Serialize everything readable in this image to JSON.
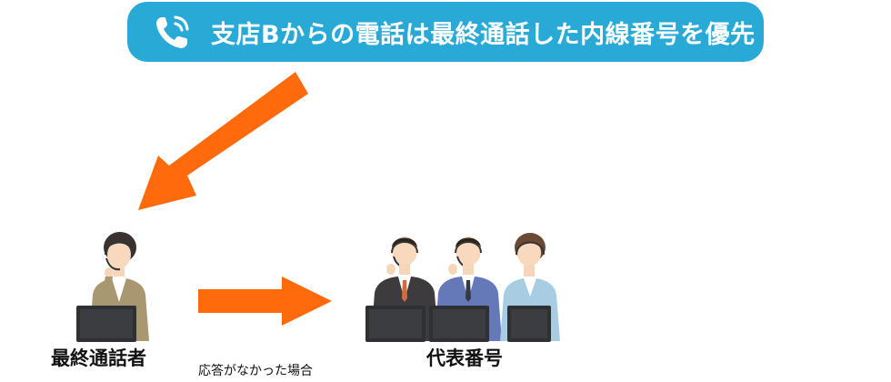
{
  "banner": {
    "text": "支店Bからの電話は最終通話した内線番号を優先",
    "icon": "phone-ringing-icon",
    "color": "#29a9d6"
  },
  "arrows": {
    "color": "#ff6a0c"
  },
  "groups": {
    "last_caller_label": "最終通話者",
    "main_number_label": "代表番号"
  },
  "transition_label": "応答がなかった場合"
}
